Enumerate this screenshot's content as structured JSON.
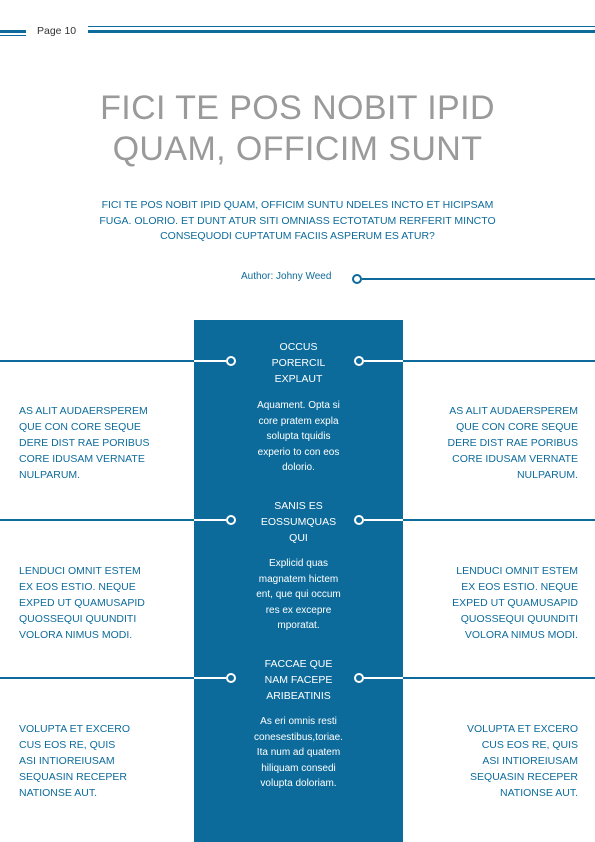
{
  "header": {
    "page_label": "Page 10"
  },
  "title_lines": [
    "FICI TE POS NOBIT IPID",
    "QUAM, OFFICIM SUNT"
  ],
  "subtitle_lines": [
    "FICI TE POS NOBIT IPID QUAM, OFFICIM SUNTU NDELES INCTO ET HICIPSAM",
    "FUGA. OLORIO. ET DUNT ATUR SITI OMNIASS ECTOTATUM RERFERIT MINCTO",
    "CONSEQUODI CUPTATUM FACIIS ASPERUM ES ATUR?"
  ],
  "author": "Author: Johny Weed",
  "blocks": [
    {
      "heading": [
        "OCCUS",
        "PORERCIL",
        "EXPLAUT"
      ],
      "text": [
        "Aquament. Opta si",
        "core pratem expla",
        "solupta tquidis",
        "experio to con eos",
        "dolorio."
      ],
      "left": [
        "AS ALIT AUDAERSPEREM",
        "QUE CON CORE SEQUE",
        "DERE DIST RAE PORIBUS",
        "CORE IDUSAM VERNATE",
        "NULPARUM."
      ],
      "right": [
        "AS ALIT AUDAERSPEREM",
        "QUE CON CORE SEQUE",
        "DERE DIST RAE PORIBUS",
        "CORE IDUSAM VERNATE",
        "NULPARUM."
      ]
    },
    {
      "heading": [
        "SANIS ES",
        "EOSSUMQUAS",
        "QUI"
      ],
      "text": [
        "Explicid quas",
        "magnatem hictem",
        "ent, que qui occum",
        "res ex excepre",
        "mporatat."
      ],
      "left": [
        "LENDUCI OMNIT ESTEM",
        "EX EOS ESTIO. NEQUE",
        "EXPED UT QUAMUSAPID",
        "QUOSSEQUI QUUNDITI",
        "VOLORA NIMUS MODI."
      ],
      "right": [
        "LENDUCI OMNIT ESTEM",
        "EX EOS ESTIO. NEQUE",
        "EXPED UT QUAMUSAPID",
        "QUOSSEQUI QUUNDITI",
        "VOLORA NIMUS MODI."
      ]
    },
    {
      "heading": [
        "FACCAE QUE",
        "NAM FACEPE",
        "ARIBEATINIS"
      ],
      "text": [
        "As eri omnis resti",
        "conesestibus,toriae.",
        "Ita num ad quatem",
        "hiliquam consedi",
        "volupta doloriam."
      ],
      "left": [
        "VOLUPTA ET EXCERO",
        "CUS EOS RE, QUIS",
        "ASI INTIOREIUSAM",
        "SEQUASIN RECEPER",
        "NATIONSE AUT."
      ],
      "right": [
        "VOLUPTA ET EXCERO",
        "CUS EOS RE, QUIS",
        "ASI INTIOREIUSAM",
        "SEQUASIN RECEPER",
        "NATIONSE AUT."
      ]
    }
  ]
}
